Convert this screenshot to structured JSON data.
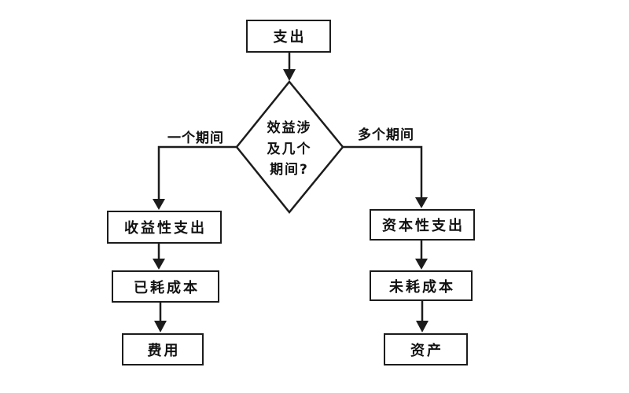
{
  "diagram": {
    "nodes": {
      "expenditure": {
        "label": "支出"
      },
      "decision": {
        "label": "效益涉\n及几个\n期间?"
      },
      "revenue_expenditure": {
        "label": "收益性支出"
      },
      "expired_cost": {
        "label": "已耗成本"
      },
      "expense": {
        "label": "费用"
      },
      "capital_expenditure": {
        "label": "资本性支出"
      },
      "unexpired_cost": {
        "label": "未耗成本"
      },
      "asset": {
        "label": "资产"
      }
    },
    "edges": {
      "left_branch_label": "一个期间",
      "right_branch_label": "多个期间"
    },
    "colors": {
      "line": "#1c1c1c",
      "background": "#ffffff",
      "text": "#111111"
    }
  }
}
